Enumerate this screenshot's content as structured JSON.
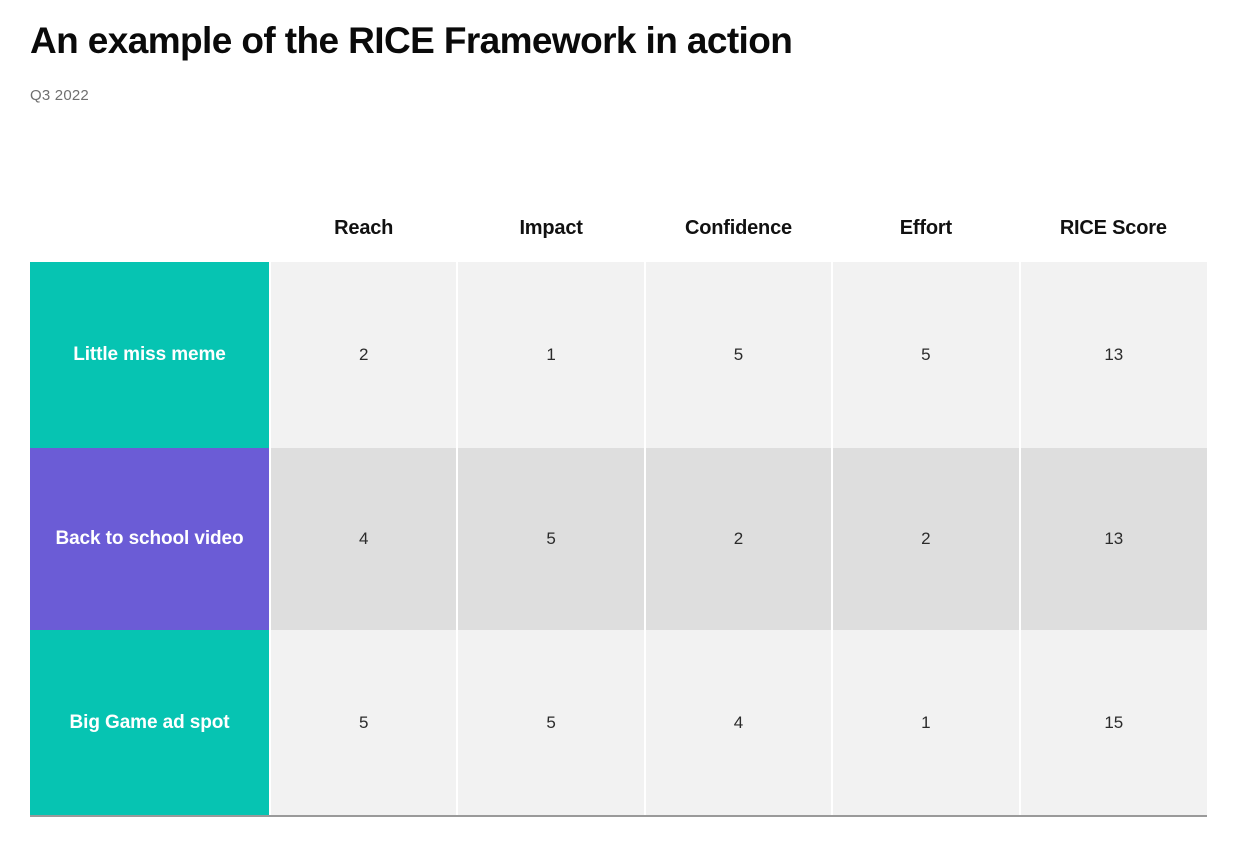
{
  "header": {
    "title": "An example of the RICE Framework in action",
    "subtitle": "Q3 2022"
  },
  "colors": {
    "teal": "#06c4b2",
    "purple": "#6b5cd6",
    "cell_light": "#f2f2f2",
    "cell_dark": "#dedede",
    "bottom_rule": "#9a9a9a",
    "title_text": "#0a0a0a",
    "subtitle_text": "#6f6f6f"
  },
  "chart_data": {
    "type": "table",
    "title": "An example of the RICE Framework in action",
    "subtitle": "Q3 2022",
    "columns": [
      "",
      "Reach",
      "Impact",
      "Confidence",
      "Effort",
      "RICE Score"
    ],
    "rows": [
      {
        "label": "Little miss meme",
        "label_color": "#06c4b2",
        "reach": "2",
        "impact": "1",
        "confidence": "5",
        "effort": "5",
        "rice_score": "13"
      },
      {
        "label": "Back to school video",
        "label_color": "#6b5cd6",
        "reach": "4",
        "impact": "5",
        "confidence": "2",
        "effort": "2",
        "rice_score": "13"
      },
      {
        "label": "Big Game ad spot",
        "label_color": "#06c4b2",
        "reach": "5",
        "impact": "5",
        "confidence": "4",
        "effort": "1",
        "rice_score": "15"
      }
    ]
  }
}
